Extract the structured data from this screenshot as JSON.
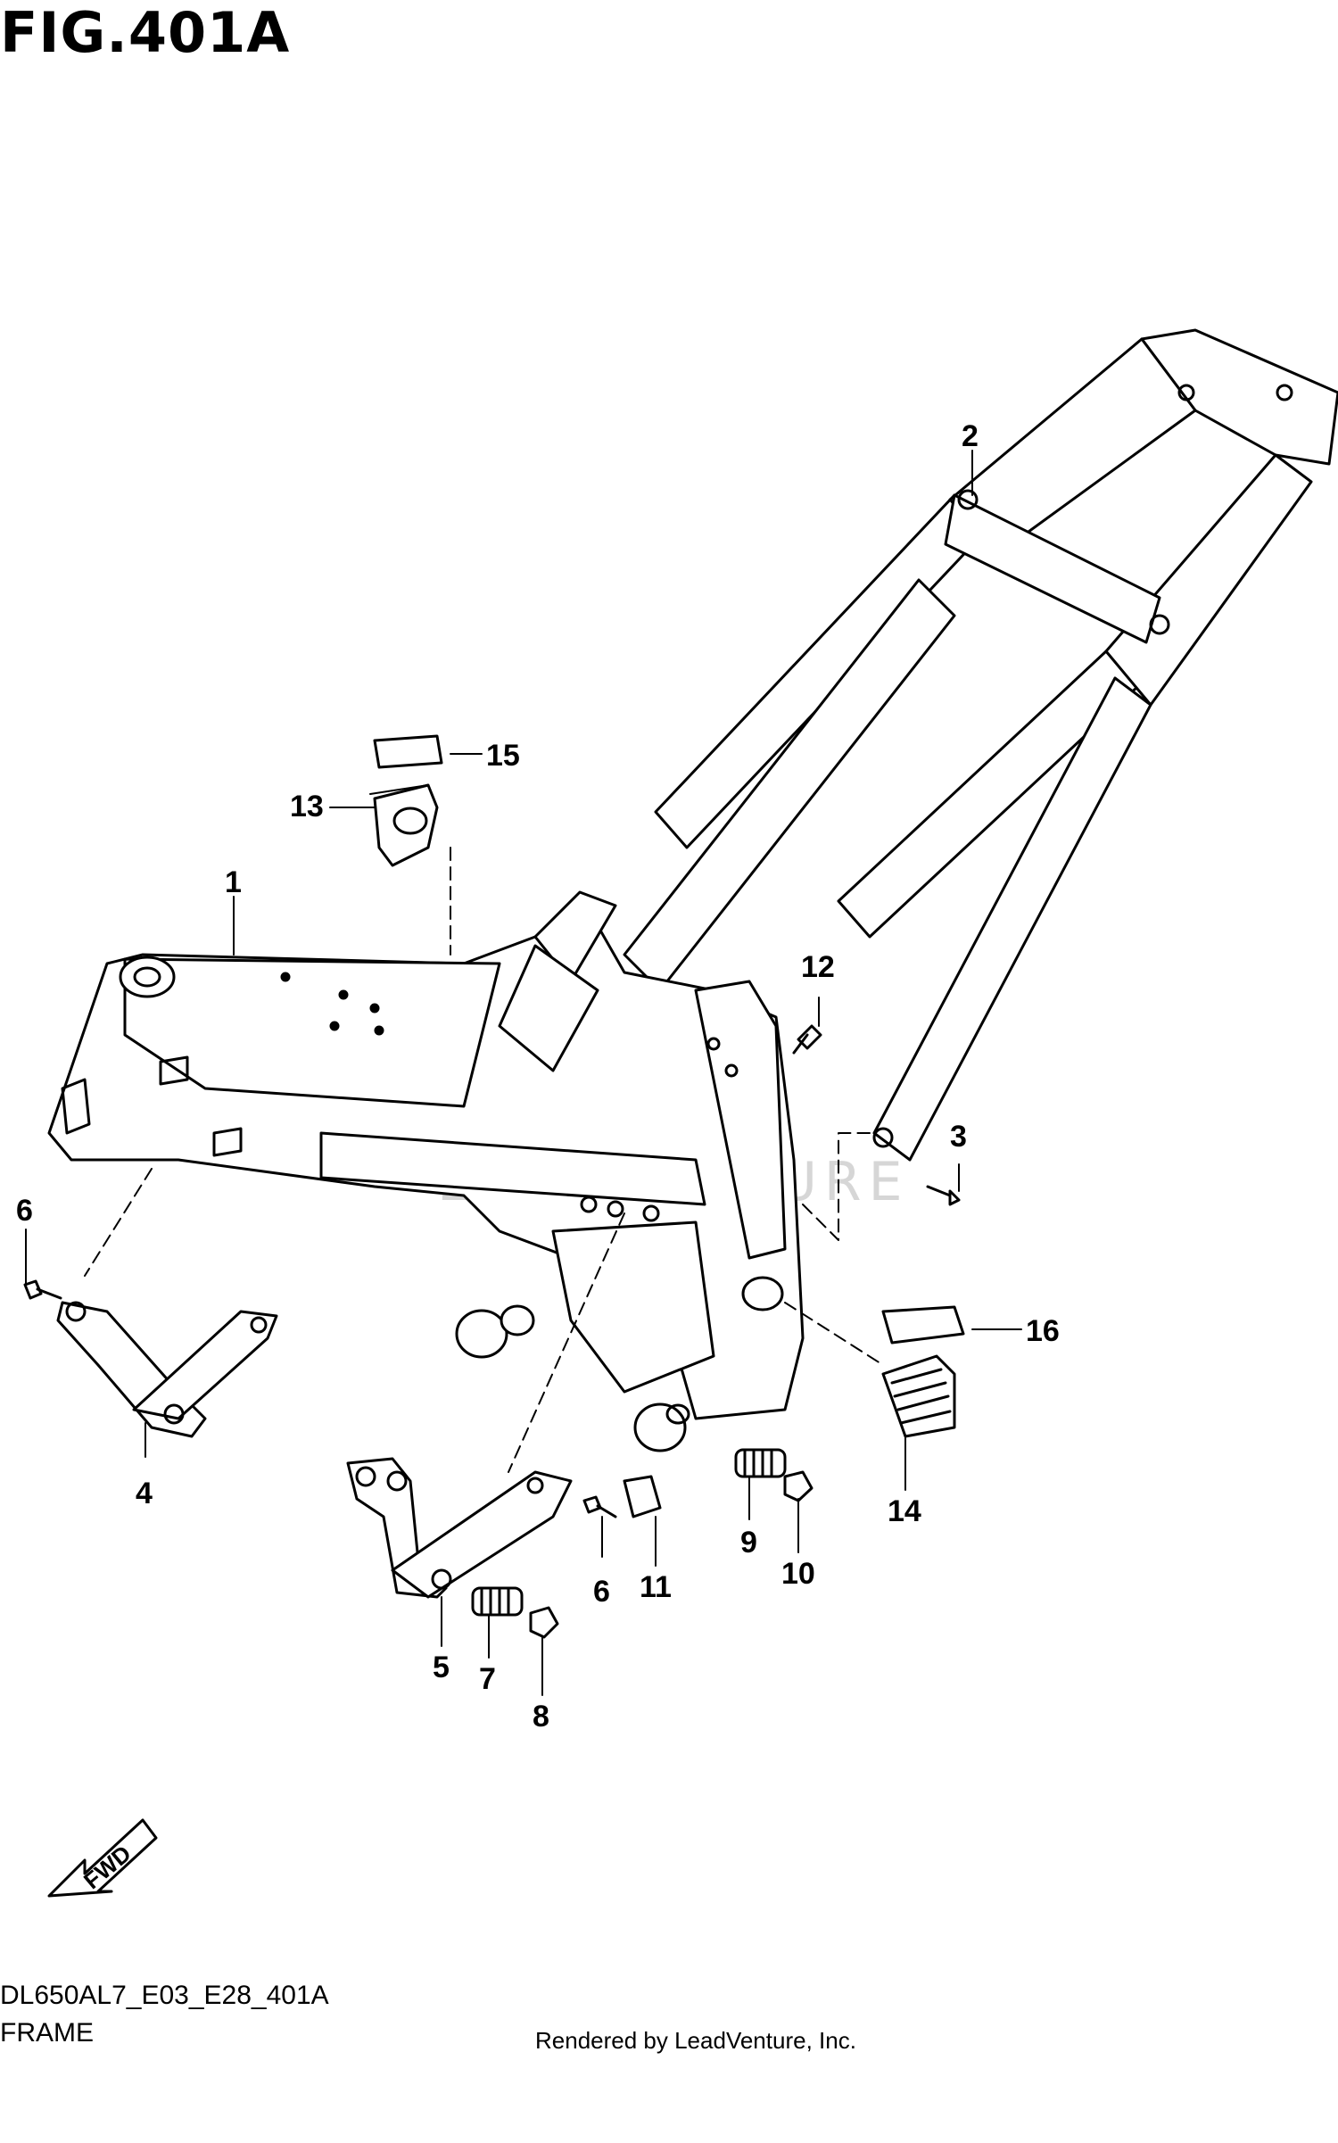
{
  "figure": {
    "title": "FIG.401A",
    "code": "DL650AL7_E03_E28_401A",
    "name": "FRAME",
    "rendered_by": "Rendered by LeadVenture, Inc.",
    "watermark": "LEADVENTURE",
    "direction_label": "FWD"
  },
  "callouts": [
    "1",
    "2",
    "3",
    "4",
    "5",
    "6",
    "6",
    "7",
    "8",
    "9",
    "10",
    "11",
    "12",
    "13",
    "14",
    "15",
    "16"
  ],
  "colors": {
    "line": "#000000",
    "watermark": "#d6d6d6"
  }
}
